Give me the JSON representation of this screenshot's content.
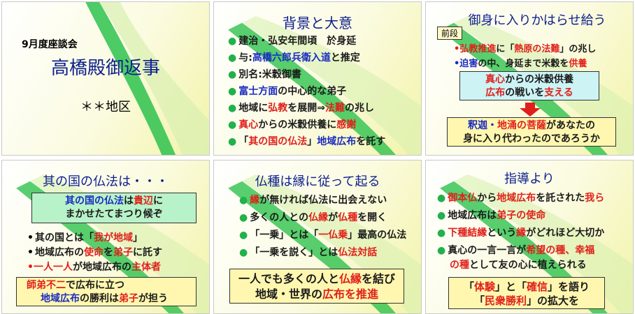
{
  "slide1": {
    "date_label": "9月度座談会",
    "main_title": "高橋殿御返事",
    "area": "＊＊地区"
  },
  "slide2": {
    "title": "背景と大意",
    "l1": "建治・弘安年間頃　於身延",
    "l2a": "与:",
    "l2b": "高橋六郎兵衛入道",
    "l2c": "と推定",
    "l3": "別名:米穀御書",
    "l4a": "富士方面",
    "l4b": "の中心的な弟子",
    "l5a": "地域に",
    "l5b": "弘教",
    "l5c": "を展開⇒",
    "l5d": "法難",
    "l5e": "の兆し",
    "l6a": "真心",
    "l6b": "からの米穀供養に",
    "l6c": "感謝",
    "l7a": "「",
    "l7b": "其の国の仏法",
    "l7c": "」",
    "l7d": "地域広布",
    "l7e": "を託す"
  },
  "slide3": {
    "title": "御身に入りかはらせ給う",
    "badge": "前段",
    "l1a": "弘教推進",
    "l1b": "に「",
    "l1c": "熱原の法難",
    "l1d": "」の兆し",
    "l2a": "迫害",
    "l2b": "の中、身延まで米穀を",
    "l2c": "供養",
    "box1a1": "真心",
    "box1a2": "からの米穀供養",
    "box1b1": "広布",
    "box1b2": "の戦いを",
    "box1b3": "支える",
    "box2a1": "釈迦・",
    "box2a2": "地涌の菩薩",
    "box2a3": "があなたの",
    "box2b": "身に入り代わったのであろうか",
    "colors": {
      "box1_bg": "#cdf3f5",
      "box2_bg": "#fff7b0",
      "arrow": "#e0201a"
    }
  },
  "slide4": {
    "title": "其の国の仏法は・・・",
    "box1a1": "其の国の仏法",
    "box1a2": "は",
    "box1a3": "貴辺",
    "box1a4": "に",
    "box1b": "まかせたてまつり候ぞ",
    "l1a": "其の国とは「",
    "l1b": "我が地域",
    "l1c": "」",
    "l2a": "地域広布の",
    "l2b": "使命",
    "l2c": "を",
    "l2d": "弟子",
    "l2e": "に託す",
    "l3a": "一人一人",
    "l3b": "が地域広布の",
    "l3c": "主体者",
    "box2a1": "師弟不二",
    "box2a2": "で広布に立つ",
    "box2b1": "地域広布",
    "box2b2": "の勝利は",
    "box2b3": "弟子",
    "box2b4": "が担う",
    "colors": {
      "box1_bg": "#b8f2c8",
      "box2_bg": "#fff7b0"
    }
  },
  "slide5": {
    "title": "仏種は縁に従って起る",
    "l1a": "縁",
    "l1b": "が無ければ仏法に出会えない",
    "l2a": "多くの人との",
    "l2b": "仏縁",
    "l2c": "が",
    "l2d": "仏種",
    "l2e": "を開く",
    "l3a": "「一乗」とは「",
    "l3b": "一仏乗",
    "l3c": "」最高の仏法",
    "l4a": "「一乗を説く」とは",
    "l4b": "仏法対話",
    "box1a1": "一人でも多くの人と",
    "box1a2": "仏縁",
    "box1a3": "を結び",
    "box1b1": "地域・世界の",
    "box1b2": "広布を推進",
    "colors": {
      "box1_bg": "#fff7b0"
    }
  },
  "slide6": {
    "title": "指導より",
    "l1a": "御本仏",
    "l1b": "から",
    "l1c": "地域広布",
    "l1d": "を託された",
    "l1e": "我ら",
    "l2a": "地域広布は",
    "l2b": "弟子の使命",
    "l3a": "下種結縁",
    "l3b": "という",
    "l3c": "縁",
    "l3d": "がどれほど大切か",
    "l4a": "真心の一言一言が",
    "l4b": "希望の種、幸福",
    "l5a": "の種",
    "l5b": "として友の心に植えられる",
    "box1a1": "「",
    "box1a2": "体験",
    "box1a3": "」と「",
    "box1a4": "確信",
    "box1a5": "」を語り",
    "box1b1": "「",
    "box1b2": "民衆勝利",
    "box1b3": "」の拡大を",
    "colors": {
      "box1_bg": "#fff7b0"
    }
  },
  "colors": {
    "title_blue": "#0d1f8c",
    "emph_red": "#e0201a",
    "emph_blue": "#1b2bc0",
    "bullet_green": "#22b14c"
  }
}
